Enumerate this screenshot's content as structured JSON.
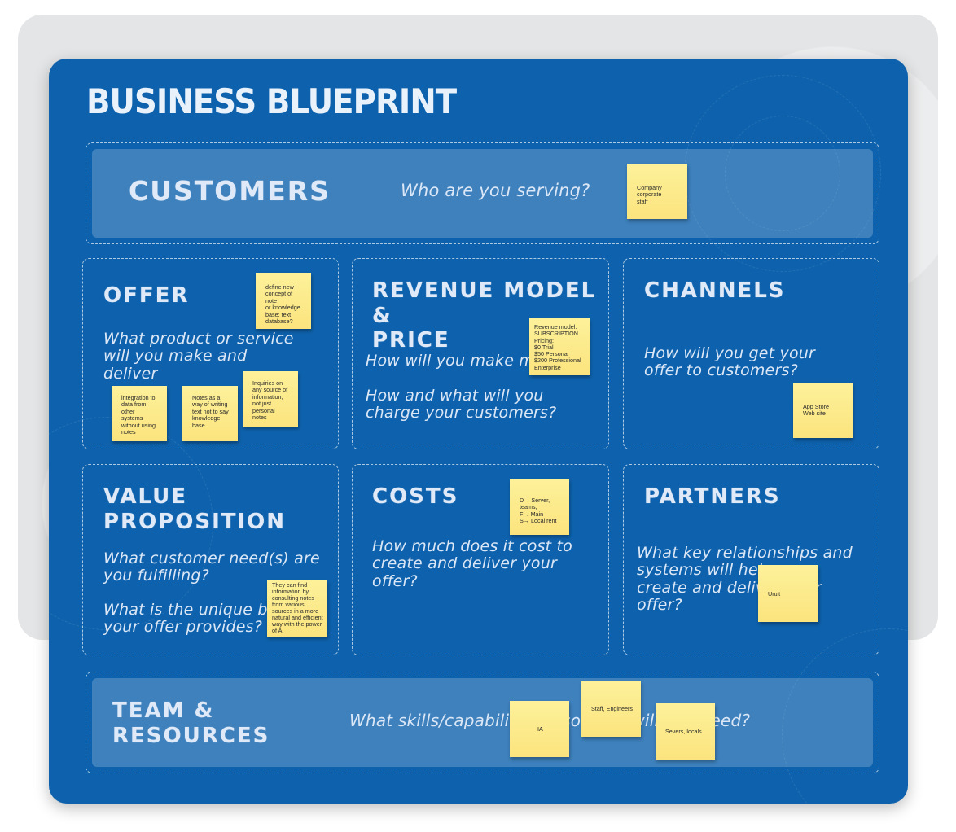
{
  "board": {
    "title": "BUSINESS BLUEPRINT"
  },
  "sections": {
    "customers": {
      "heading": "CUSTOMERS",
      "question": "Who are you serving?"
    },
    "offer": {
      "heading": "OFFER",
      "question": "What product or service\nwill you make and\ndeliver"
    },
    "revenue": {
      "heading": "REVENUE MODEL &\nPRICE",
      "question1": "How will you make money?",
      "question2": "How and what will you\ncharge your customers?"
    },
    "channels": {
      "heading": "CHANNELS",
      "question": "How will you get your\noffer to customers?"
    },
    "value": {
      "heading": "VALUE\nPROPOSITION",
      "question1": "What customer need(s) are\nyou fulfilling?",
      "question2": "What is the unique benefit\nyour offer provides?"
    },
    "costs": {
      "heading": "COSTS",
      "question": "How much does it cost to\ncreate and deliver your\noffer?"
    },
    "partners": {
      "heading": "PARTNERS",
      "question": "What key relationships and\nsystems will help you\ncreate and deliver your\noffer?"
    },
    "team": {
      "heading": "TEAM &\nRESOURCES",
      "question": "What skills/capabilities/resources will you need?"
    }
  },
  "notes": {
    "customers_1": "Company corporate\nstaff",
    "offer_1": "define new\nconcept of note\nor knowledge\nbase: text\ndatabase?",
    "offer_2": "integration to\ndata from other\nsystems\nwithout using\nnotes",
    "offer_3": "Notes as a\nway of writing\ntext not to say\nknowledge\nbase",
    "offer_4": "Inquiries on\nany source of\ninformation,\nnot just\npersonal notes",
    "revenue_1": "Revenue model:\nSUBSCRIPTION\nPricing:\n$0 Trial\n$50 Personal\n$200 Professional\nEnterprise",
    "channels_1": "App Store\nWeb site",
    "value_1": "They can find\ninformation by\nconsulting notes\nfrom various\nsources in a more\nnatural and efficient\nway with the power\nof AI",
    "costs_1": "D→ Server, teams,\nF→ Main\nS→ Local rent",
    "partners_1": "Uruit",
    "team_1": "IA",
    "team_2": "Staff, Engineers",
    "team_3": "Severs, locals"
  },
  "colors": {
    "board": "#0e62ad",
    "sticky_note": "#fbe47e",
    "backdrop": "#e4e5e6"
  }
}
